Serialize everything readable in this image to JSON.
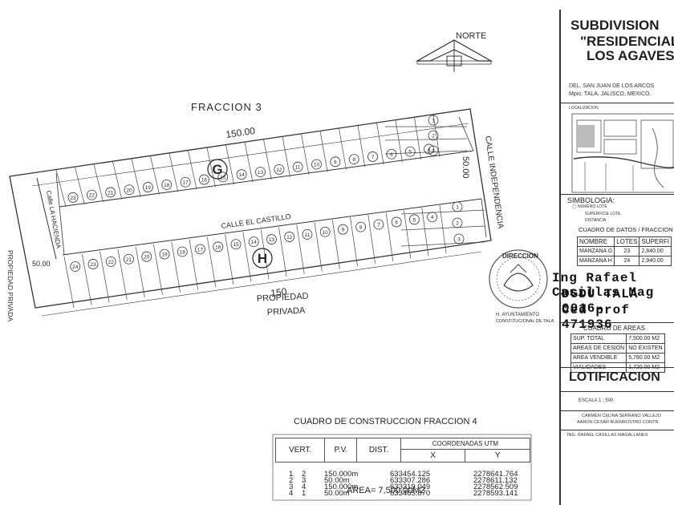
{
  "plan": {
    "north": "NORTE",
    "fraccion3": "FRACCION 3",
    "dim_top": "150.00",
    "dim_bottom": "150",
    "dim_right": "50.00",
    "dim_left": "50.00",
    "calle_independencia": "CALLE INDEPENDENCIA",
    "calle_castillo": "CALLE EL CASTILLO",
    "calle_hacienda": "Calle LA HACIENDA",
    "propiedad_bottom_1": "PROPIEDAD",
    "propiedad_bottom_2": "PRIVADA",
    "propiedad_left": "PROPIEDAD PRIVADA",
    "manzana_g": "G",
    "manzana_h": "H",
    "lots_g_top": [
      "1",
      "2",
      "3",
      "4",
      "5",
      "6",
      "7",
      "8",
      "9",
      "10",
      "11",
      "12",
      "13",
      "14",
      "15",
      "16",
      "17",
      "18",
      "19",
      "20",
      "21",
      "22",
      "23"
    ],
    "lots_h_bottom": [
      "1",
      "2",
      "3",
      "4",
      "5",
      "6",
      "7",
      "8",
      "9",
      "10",
      "11",
      "12",
      "13",
      "14",
      "15",
      "16",
      "17",
      "18",
      "19",
      "20",
      "21",
      "22",
      "23",
      "24"
    ]
  },
  "seal": {
    "text_top": "DIRECCION",
    "text_bottom_1": "H. AYUNTAMIENTO",
    "text_bottom_2": "CONSTITUCIONAL DE TALA"
  },
  "signature": {
    "line1": "Ing Rafael Casillas Mag",
    "line2": "DGDU TALA 0016-",
    "line3": "Ced prof 471936"
  },
  "construccion": {
    "title": "CUADRO DE CONSTRUCCION FRACCION 4",
    "coord_header": "COORDENADAS UTM",
    "headers": [
      "VERT.",
      "P.V.",
      "DIST.",
      "X",
      "Y"
    ],
    "rows": [
      {
        "vert": "1",
        "pv": "2",
        "dist": "150.000m",
        "x": "633454.125",
        "y": "2278641.764"
      },
      {
        "vert": "2",
        "pv": "3",
        "dist": "50.00m",
        "x": "633307.286",
        "y": "2278611.132"
      },
      {
        "vert": "3",
        "pv": "4",
        "dist": "150.000m",
        "x": "633319.049",
        "y": "2278562.509"
      },
      {
        "vert": "4",
        "pv": "1",
        "dist": "50.00m",
        "x": "633465.870",
        "y": "2278593.141"
      }
    ],
    "area": "AREA= 7,500.00M2"
  },
  "title_block": {
    "subdivision": "SUBDIVISION",
    "residencial": "\"RESIDENCIAL",
    "los_agaves": "LOS AGAVES",
    "del": "DEL. SAN JUAN DE LOS ARCOS",
    "mpio": "Mpio. TALA, JALISCO, MEXICO.",
    "localizacion": "LOCALIZACION",
    "simbologia": "SIMBOLOGIA:",
    "sym_lote": "NUMERO LOTE",
    "sym_sup": "SUPERFICIE LOTE",
    "sym_dist": "DISTANCIA",
    "cuadro_datos": "CUADRO DE DATOS / FRACCION",
    "datos_headers": [
      "NOMBRE",
      "LOTES",
      "SUPERFI"
    ],
    "datos_rows": [
      {
        "nombre": "MANZANA G",
        "lotes": "23",
        "sup": "2,840.00"
      },
      {
        "nombre": "MANZANA H",
        "lotes": "24",
        "sup": "2,940.00"
      }
    ],
    "cuadro_areas": "CUADRO DE AREAS",
    "areas_rows": [
      {
        "label": "SUP. TOTAL",
        "value": "7,500.00 M2"
      },
      {
        "label": "AREAS DE CESION",
        "value": "NO EXISTEN"
      },
      {
        "label": "AREA VENDIBLE",
        "value": "5,780.00 M2"
      },
      {
        "label": "VIALIDADES",
        "value": "1,720.00 M2"
      }
    ],
    "lotificacion": "LOTIFICACION",
    "escala": "ESCALA 1 : 500",
    "credit1": "CARMEN CELINA SERRANO VALLEJO",
    "credit2": "AARON CESAR BUENROSTRO CONTR",
    "credit3": "ING. RAFAEL CASILLAS MAGALLANES"
  }
}
